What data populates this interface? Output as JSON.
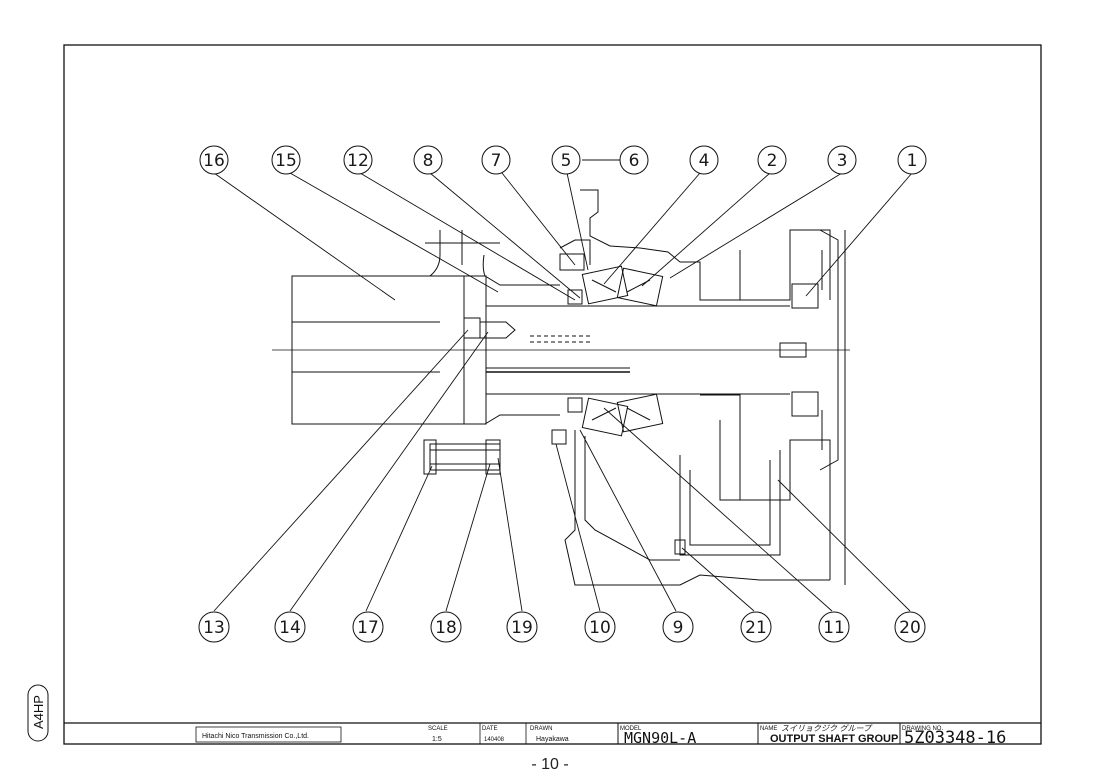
{
  "title_block": {
    "company": "Hitachi Nico Transmission Co.,Ltd.",
    "scale_label": "SCALE",
    "scale_value": "1:5",
    "date_label": "DATE",
    "date_value": "140408",
    "drawn_label": "DRAWN",
    "drawn_value": "Hayakawa",
    "model_label": "MODEL",
    "model_value": "MGN90L-A",
    "name_label": "NAME",
    "name_jp": "スイリョクジク グループ",
    "name_value": "OUTPUT SHAFT GROUP",
    "drawing_no_label": "DRAWING NO.",
    "drawing_no_value": "5Z03348-16"
  },
  "side_tag": "A4HP",
  "page_number": "- 10 -",
  "callouts_top": [
    "16",
    "15",
    "12",
    "8",
    "7",
    "5",
    "6",
    "4",
    "2",
    "3",
    "1"
  ],
  "callouts_bottom": [
    "13",
    "14",
    "17",
    "18",
    "19",
    "10",
    "9",
    "21",
    "11",
    "20"
  ]
}
